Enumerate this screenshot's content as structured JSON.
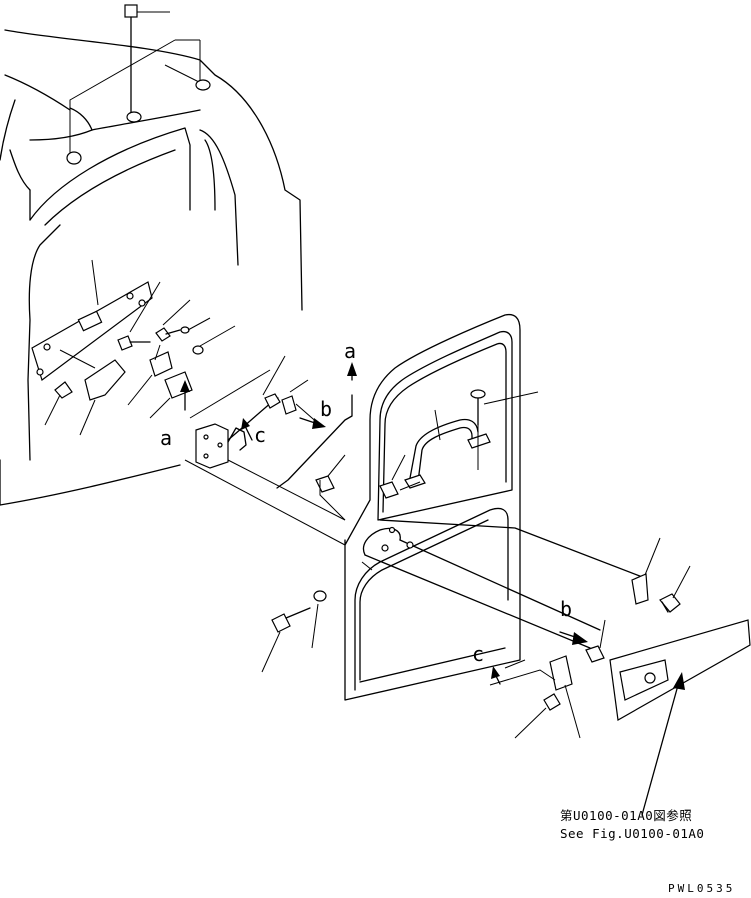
{
  "callouts": {
    "a_top": "a",
    "a_left": "a",
    "b_mid": "b",
    "b_right": "b",
    "c_left": "c",
    "c_bottom": "c"
  },
  "reference": {
    "line_jp": "第U0100-01A0図参照",
    "line_en": "See Fig.U0100-01A0"
  },
  "drawing_code": "PWL0535"
}
